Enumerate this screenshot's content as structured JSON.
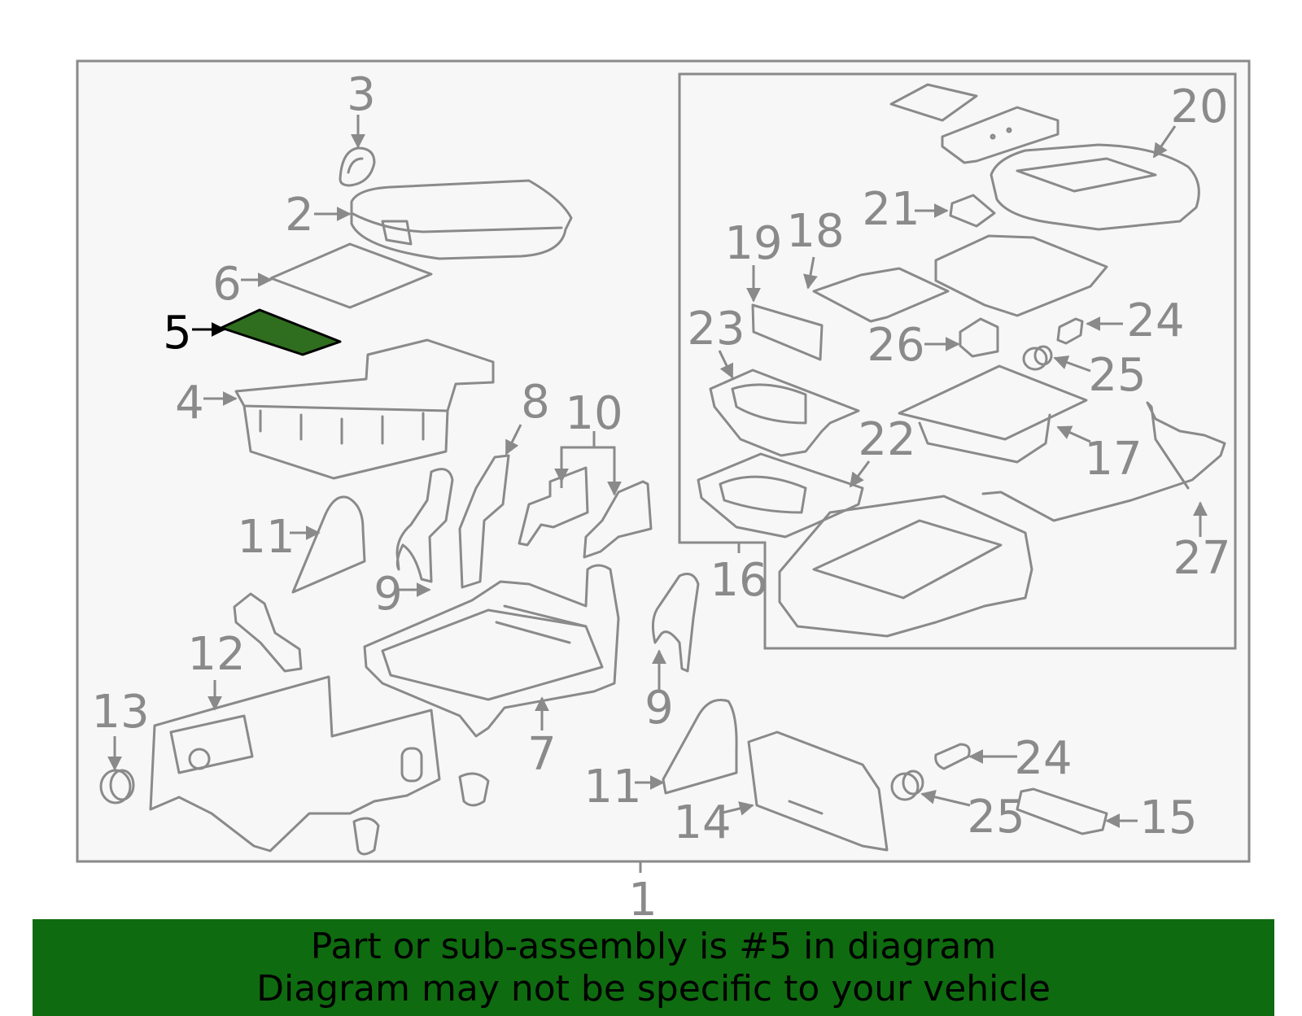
{
  "diagram": {
    "callouts": [
      {
        "num": "1",
        "highlighted": false
      },
      {
        "num": "2",
        "highlighted": false
      },
      {
        "num": "3",
        "highlighted": false
      },
      {
        "num": "4",
        "highlighted": false
      },
      {
        "num": "5",
        "highlighted": true
      },
      {
        "num": "6",
        "highlighted": false
      },
      {
        "num": "7",
        "highlighted": false
      },
      {
        "num": "8",
        "highlighted": false
      },
      {
        "num": "9",
        "highlighted": false
      },
      {
        "num": "9",
        "highlighted": false
      },
      {
        "num": "10",
        "highlighted": false
      },
      {
        "num": "11",
        "highlighted": false
      },
      {
        "num": "11",
        "highlighted": false
      },
      {
        "num": "12",
        "highlighted": false
      },
      {
        "num": "13",
        "highlighted": false
      },
      {
        "num": "14",
        "highlighted": false
      },
      {
        "num": "15",
        "highlighted": false
      },
      {
        "num": "16",
        "highlighted": false
      },
      {
        "num": "17",
        "highlighted": false
      },
      {
        "num": "18",
        "highlighted": false
      },
      {
        "num": "19",
        "highlighted": false
      },
      {
        "num": "20",
        "highlighted": false
      },
      {
        "num": "21",
        "highlighted": false
      },
      {
        "num": "22",
        "highlighted": false
      },
      {
        "num": "23",
        "highlighted": false
      },
      {
        "num": "24",
        "highlighted": false
      },
      {
        "num": "24",
        "highlighted": false
      },
      {
        "num": "25",
        "highlighted": false
      },
      {
        "num": "25",
        "highlighted": false
      },
      {
        "num": "26",
        "highlighted": false
      },
      {
        "num": "27",
        "highlighted": false
      }
    ],
    "highlight_color": "#2f6e1e",
    "line_color": "#8a8a8a",
    "background_color": "#f7f7f7"
  },
  "banner": {
    "line1": "Part or sub-assembly is #5 in diagram",
    "line2": "Diagram may not be specific to your vehicle",
    "color": "#0f6b0f"
  }
}
